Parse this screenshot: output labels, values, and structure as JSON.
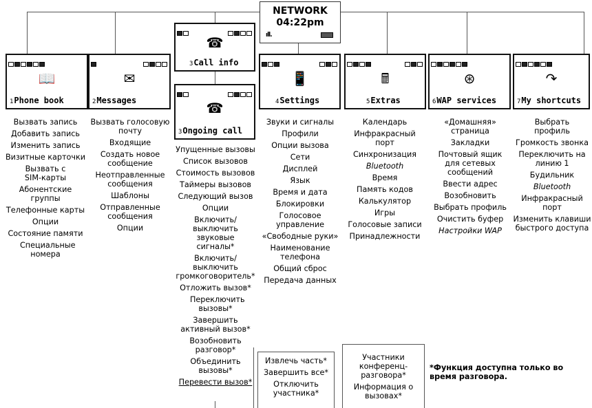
{
  "network": {
    "title": "NETWORK",
    "time": "04:22pm",
    "signal": "ıll."
  },
  "screens": {
    "phonebook": {
      "num": "1",
      "label": "Phone book",
      "icon": "open-book-icon"
    },
    "messages": {
      "num": "2",
      "label": "Messages",
      "icon": "envelope-icon"
    },
    "callinfo": {
      "num": "3",
      "label": "Call info",
      "icon": "handset-info-icon"
    },
    "ongoing": {
      "num": "3",
      "label": "Ongoing call",
      "icon": "handset-info-icon"
    },
    "settings": {
      "num": "4",
      "label": "Settings",
      "icon": "phone-settings-icon"
    },
    "extras": {
      "num": "5",
      "label": "Extras",
      "icon": "calculator-icon"
    },
    "wap": {
      "num": "6",
      "label": "WAP services",
      "icon": "globe-icon"
    },
    "shortcuts": {
      "num": "7",
      "label": "My shortcuts",
      "icon": "arrow-shortcut-icon"
    }
  },
  "menus": {
    "phonebook": [
      "Вызвать запись",
      "Добавить запись",
      "Изменить запись",
      "Визитные карточки",
      "Вызвать с SIM-карты",
      "Абонентские группы",
      "Телефонные карты",
      "Опции",
      "Состояние памяти",
      "Специальные номера"
    ],
    "messages": [
      "Вызвать голосовую почту",
      "Входящие",
      "Создать новое сообщение",
      "Неотправленные сообщения",
      "Шаблоны",
      "Отправленные сообщения",
      "Опции"
    ],
    "ongoing": [
      "Упущенные вызовы",
      "Список вызовов",
      "Стоимость вызовов",
      "Таймеры вызовов",
      "Следующий вызов",
      "Опции",
      "Включить/ выключить звуковые сигналы*",
      "Включить/ выключить громкоговоритель*",
      "Отложить вызов*",
      "Переключить вызовы*",
      "Завершить активный вызов*",
      "Возобновить разговор*",
      "Объединить вызовы*",
      "Перевести вызов*"
    ],
    "settings": [
      "Звуки и сигналы",
      "Профили",
      "Опции вызова",
      "Сети",
      "Дисплей",
      "Язык",
      "Время и дата",
      "Блокировки",
      "Голосовое управление",
      "«Свободные руки»",
      "Наименование телефона",
      "Общий сброс",
      "Передача данных"
    ],
    "extras": [
      "Календарь",
      "Инфракрасный порт",
      "Синхронизация",
      "Bluetooth",
      "Время",
      "Память кодов",
      "Калькулятор",
      "Игры",
      "Голосовые записи",
      "Принадлежности"
    ],
    "wap": [
      "«Домашняя» страница",
      "Закладки",
      "Почтовый ящик для сетевых сообщений",
      "Ввести адрес",
      "Возобновить",
      "Выбрать профиль",
      "Очистить буфер",
      "Настройки WAP"
    ],
    "shortcuts": [
      "Выбрать профиль",
      "Громкость звонка",
      "Переключить на линию 1",
      "Будильник",
      "Bluetooth",
      "Инфракрасный порт",
      "Изменить клавиши быстрого доступа"
    ],
    "sub1": [
      "Извлечь часть*",
      "Завершить все*",
      "Отключить участника*"
    ],
    "sub2": [
      "Участники конференц-разговора*",
      "Информация о вызовах*"
    ]
  },
  "footnote": "*Функция доступна только во время разговора."
}
